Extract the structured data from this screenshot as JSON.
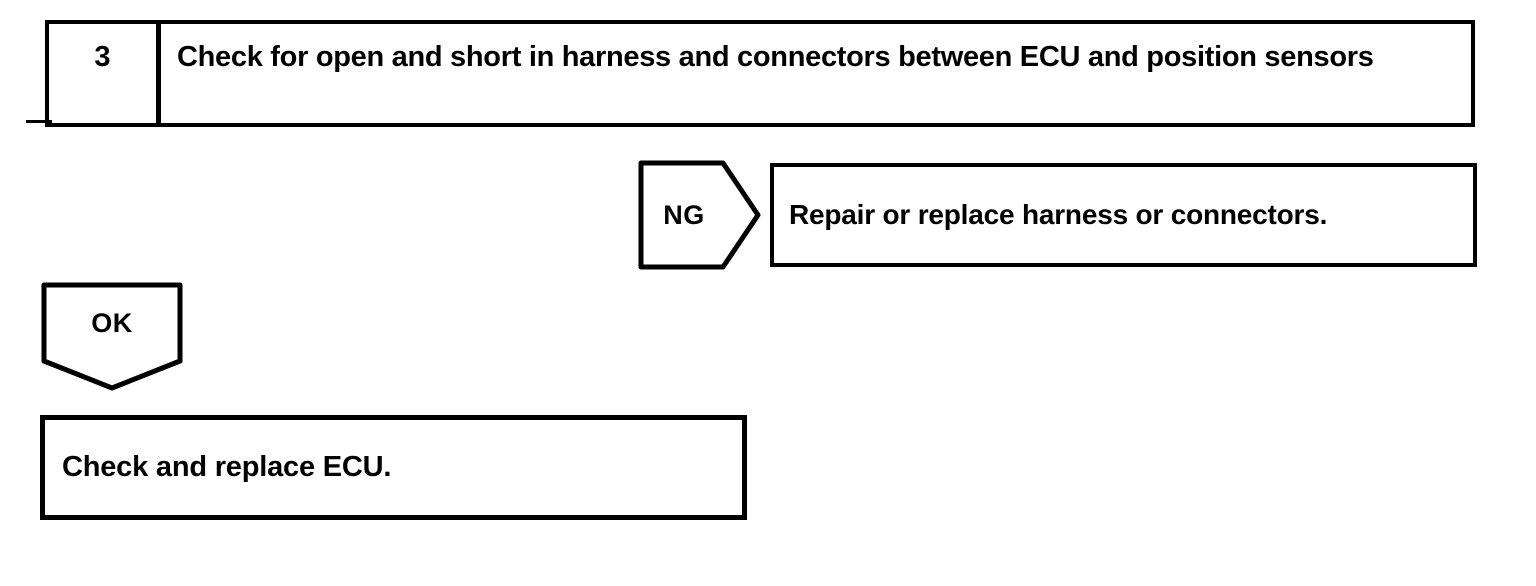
{
  "page": {
    "background_color": "#ffffff",
    "line_color": "#000000"
  },
  "flowchart": {
    "step": {
      "number": "3",
      "instruction": "Check for open and short in harness and connectors between ECU and position sensors"
    },
    "ng_branch": {
      "connector_label": "NG",
      "action": "Repair or replace harness or connectors."
    },
    "ok_branch": {
      "connector_label": "OK",
      "action": "Check and replace ECU."
    }
  }
}
